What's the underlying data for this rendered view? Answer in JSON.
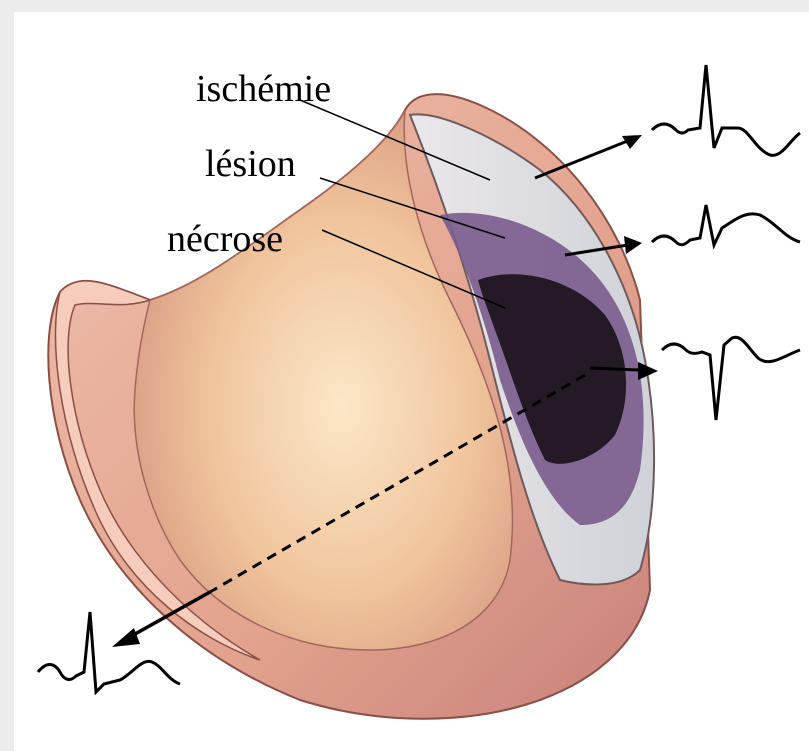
{
  "labels": {
    "ischemia": "ischémie",
    "lesion": "lésion",
    "necrosis": "nécrose"
  },
  "zone_colors": {
    "ischemia": "#dfe2e6",
    "lesion": "#7c5d8e",
    "necrosis": "#241a25",
    "myocardium": "#e9b79a"
  }
}
